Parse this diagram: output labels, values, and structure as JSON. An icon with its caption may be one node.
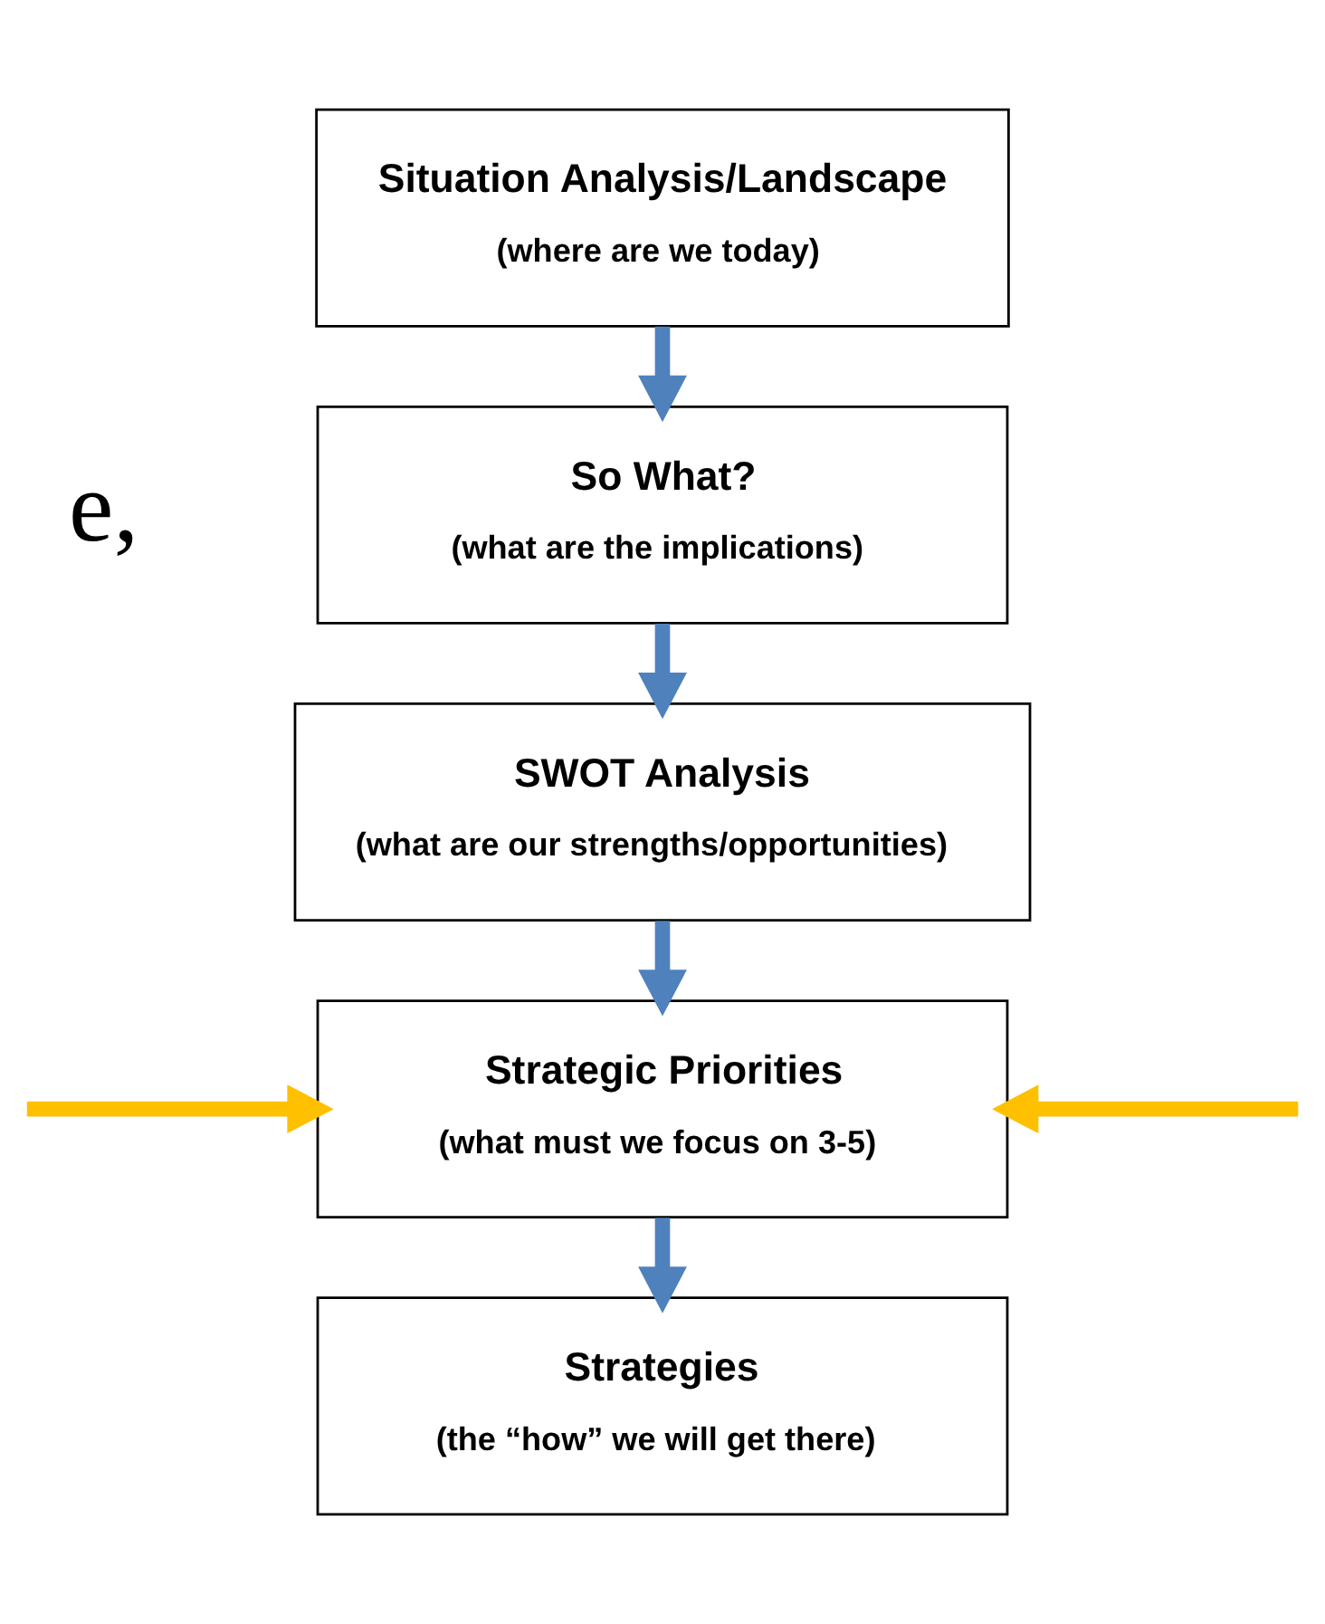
{
  "diagram": {
    "nodes": [
      {
        "text": [
          "Situation Analysis/Landscape",
          "(where are we today)"
        ]
      },
      {
        "text": [
          "So What?",
          "(what are the implications)"
        ]
      },
      {
        "text": [
          "SWOT Analysis",
          "(what are our strengths/opportunities)"
        ]
      },
      {
        "text": [
          "Strategic Priorities",
          "(what must we focus on 3-5)"
        ]
      },
      {
        "text": [
          "Strategies",
          "(the “how” we will get there)"
        ]
      }
    ],
    "edges": [
      {
        "from": 0,
        "to": 1,
        "arrow": "to"
      },
      {
        "from": 1,
        "to": 2,
        "arrow": "to"
      },
      {
        "from": 2,
        "to": 3,
        "arrow": "to"
      },
      {
        "from": 3,
        "to": 4,
        "arrow": "to"
      },
      {
        "from": null,
        "to": 3,
        "arrow": "to",
        "color": "#ffc000"
      },
      {
        "from": null,
        "to": 3,
        "arrow": "to",
        "color": "#ffc000"
      }
    ],
    "labels": [
      "e,"
    ]
  }
}
